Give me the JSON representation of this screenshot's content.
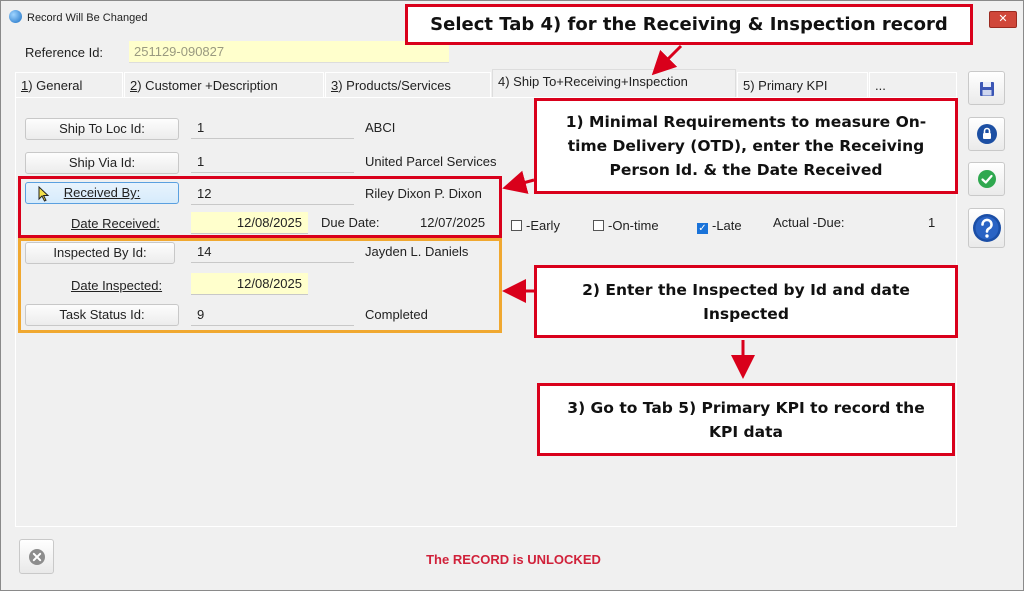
{
  "window": {
    "title": "Record Will Be Changed",
    "close_glyph": "✕"
  },
  "reference": {
    "label": "Reference Id:",
    "value": "251129-090827"
  },
  "tabs": [
    {
      "prefix": "1",
      "label": ") General"
    },
    {
      "prefix": "2",
      "label": ") Customer +Description"
    },
    {
      "prefix": "3",
      "label": ") Products/Services"
    },
    {
      "prefix": "",
      "label": "4) Ship To+Receiving+Inspection"
    },
    {
      "prefix": "",
      "label": "5) Primary KPI"
    },
    {
      "prefix": "",
      "label": "..."
    }
  ],
  "form": {
    "ship_to": {
      "label": "Ship To Loc Id:",
      "value": "1",
      "desc": "ABCI"
    },
    "ship_via": {
      "label": "Ship Via Id:",
      "value": "1",
      "desc": "United Parcel Services"
    },
    "received_by": {
      "label": "Received By:",
      "value": "12",
      "desc": "Riley Dixon P. Dixon"
    },
    "date_received": {
      "label": "Date Received:",
      "value": "12/08/2025"
    },
    "due_date": {
      "label": "Due Date:",
      "value": "12/07/2025"
    },
    "early": {
      "label": "-Early",
      "checked": false
    },
    "ontime": {
      "label": "-On-time",
      "checked": false
    },
    "late": {
      "label": "-Late",
      "checked": true,
      "mark": "✓"
    },
    "actual_due": {
      "label": "Actual -Due:",
      "value": "1"
    },
    "inspected_by": {
      "label": "Inspected By Id:",
      "value": "14",
      "desc": "Jayden L. Daniels"
    },
    "date_inspected": {
      "label": "Date Inspected:",
      "value": "12/08/2025"
    },
    "task_status": {
      "label": "Task Status Id:",
      "value": "9",
      "desc": "Completed"
    }
  },
  "status": {
    "text": "The RECORD is UNLOCKED"
  },
  "callouts": {
    "top": "Select Tab 4) for the Receiving & Inspection record",
    "one": "1) Minimal Requirements to measure On-time Delivery (OTD), enter the Receiving Person Id. & the Date Received",
    "two": "2) Enter the Inspected by Id and date Inspected",
    "three": "3) Go to Tab 5) Primary KPI to record the KPI data"
  },
  "colors": {
    "accent_red": "#d9001b",
    "accent_orange": "#f0a830",
    "input_yellow": "#ffffcc",
    "status_red": "#d0213a"
  }
}
